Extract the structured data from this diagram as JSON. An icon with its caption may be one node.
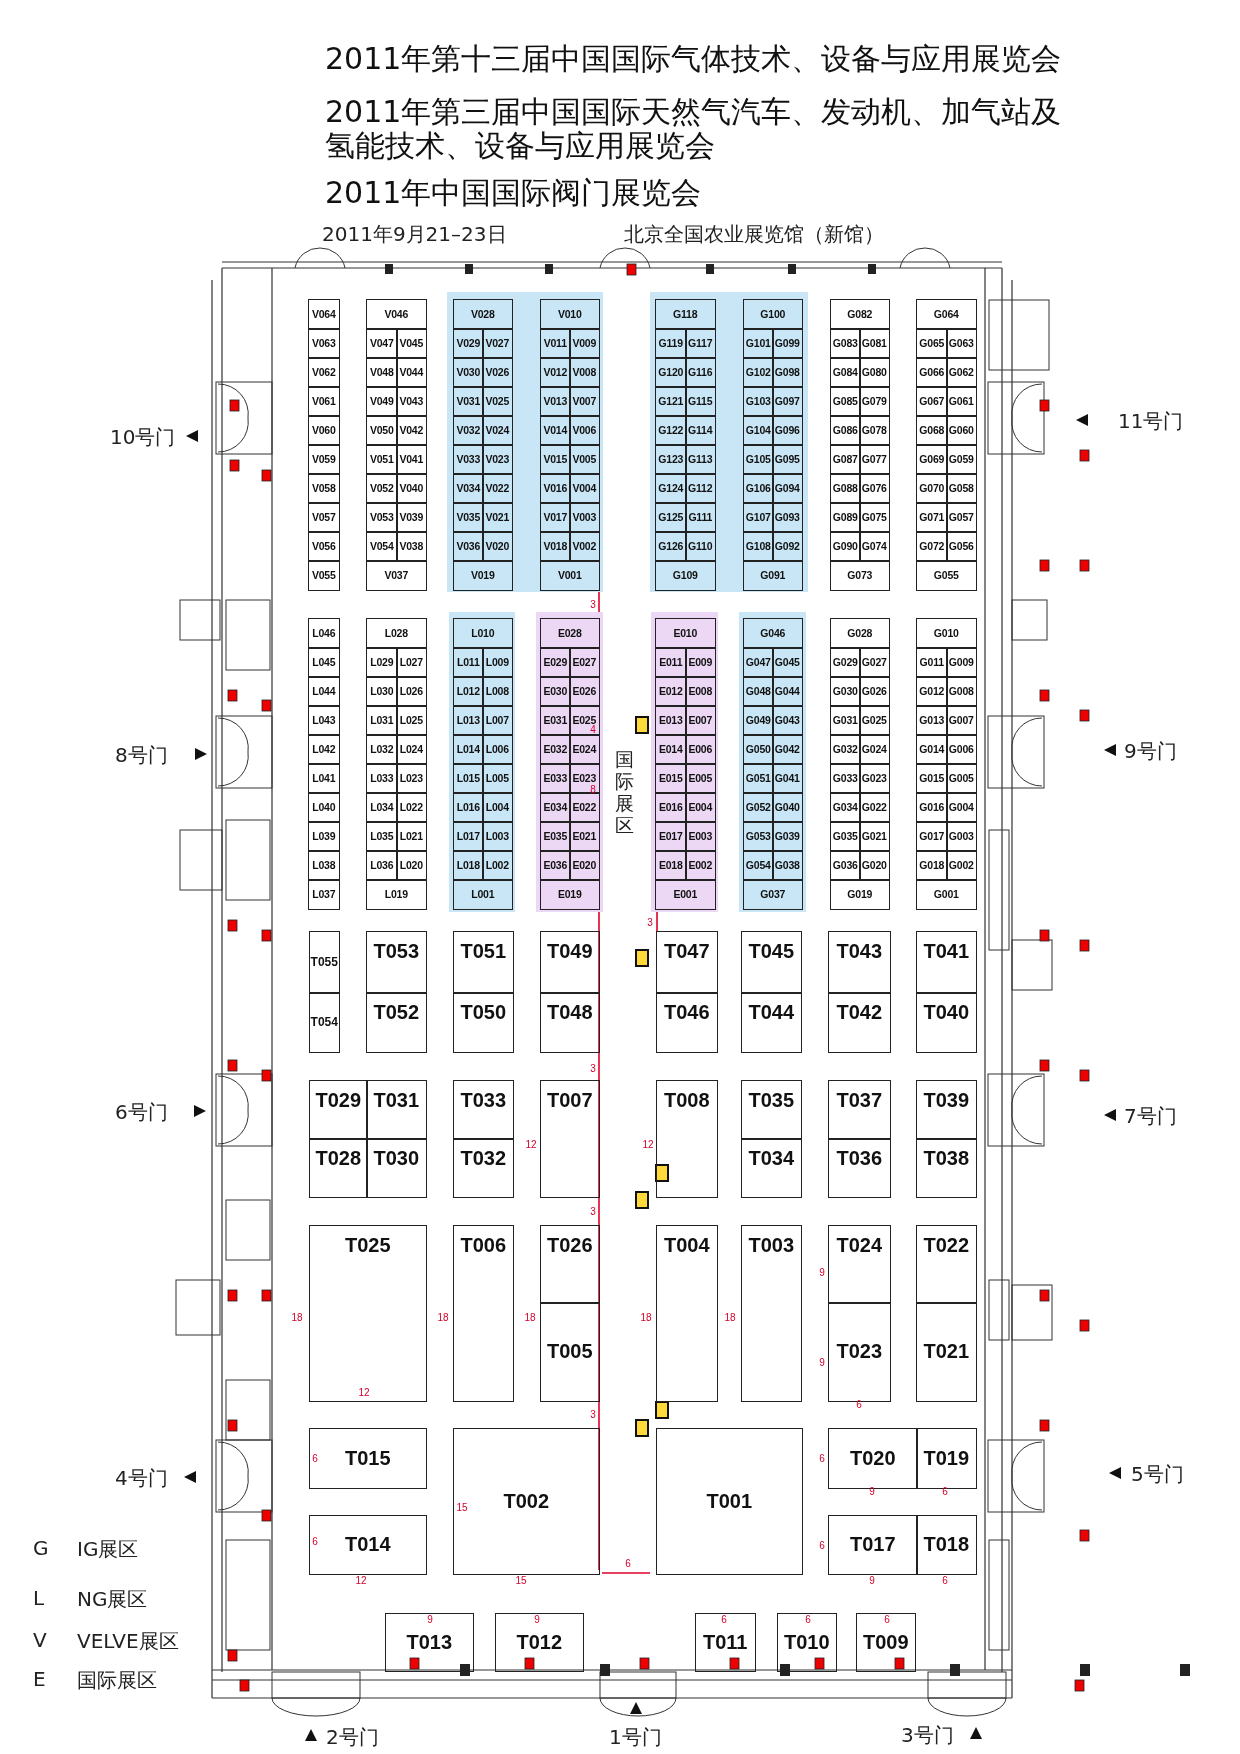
{
  "diagram": {
    "title": "2011年第十三届中国国际气体技术、设备与应用展览会",
    "nodes": [
      {
        "text": [
          "V064"
        ]
      },
      {
        "text": [
          "V063"
        ]
      },
      {
        "text": [
          "V062"
        ]
      },
      {
        "text": [
          "V061"
        ]
      },
      {
        "text": [
          "V060"
        ]
      },
      {
        "text": [
          "V059"
        ]
      },
      {
        "text": [
          "V058"
        ]
      },
      {
        "text": [
          "V057"
        ]
      },
      {
        "text": [
          "V056"
        ]
      },
      {
        "text": [
          "V055"
        ]
      },
      {
        "text": [
          "V046"
        ]
      },
      {
        "text": [
          "V047"
        ]
      },
      {
        "text": [
          "V045"
        ]
      },
      {
        "text": [
          "V048"
        ]
      },
      {
        "text": [
          "V044"
        ]
      },
      {
        "text": [
          "V049"
        ]
      },
      {
        "text": [
          "V043"
        ]
      },
      {
        "text": [
          "V050"
        ]
      },
      {
        "text": [
          "V042"
        ]
      },
      {
        "text": [
          "V051"
        ]
      },
      {
        "text": [
          "V041"
        ]
      },
      {
        "text": [
          "V052"
        ]
      },
      {
        "text": [
          "V040"
        ]
      },
      {
        "text": [
          "V053"
        ]
      },
      {
        "text": [
          "V039"
        ]
      },
      {
        "text": [
          "V054"
        ]
      },
      {
        "text": [
          "V038"
        ]
      },
      {
        "text": [
          "V037"
        ]
      },
      {
        "text": [
          "V028"
        ]
      },
      {
        "text": [
          "V029"
        ]
      },
      {
        "text": [
          "V027"
        ]
      },
      {
        "text": [
          "V030"
        ]
      },
      {
        "text": [
          "V026"
        ]
      },
      {
        "text": [
          "V031"
        ]
      },
      {
        "text": [
          "V025"
        ]
      },
      {
        "text": [
          "V032"
        ]
      },
      {
        "text": [
          "V024"
        ]
      },
      {
        "text": [
          "V033"
        ]
      },
      {
        "text": [
          "V023"
        ]
      },
      {
        "text": [
          "V034"
        ]
      },
      {
        "text": [
          "V022"
        ]
      },
      {
        "text": [
          "V035"
        ]
      },
      {
        "text": [
          "V021"
        ]
      },
      {
        "text": [
          "V036"
        ]
      },
      {
        "text": [
          "V020"
        ]
      },
      {
        "text": [
          "V019"
        ]
      },
      {
        "text": [
          "V010"
        ]
      },
      {
        "text": [
          "V011"
        ]
      },
      {
        "text": [
          "V009"
        ]
      },
      {
        "text": [
          "V012"
        ]
      },
      {
        "text": [
          "V008"
        ]
      },
      {
        "text": [
          "V013"
        ]
      },
      {
        "text": [
          "V007"
        ]
      },
      {
        "text": [
          "V014"
        ]
      },
      {
        "text": [
          "V006"
        ]
      },
      {
        "text": [
          "V015"
        ]
      },
      {
        "text": [
          "V005"
        ]
      },
      {
        "text": [
          "V016"
        ]
      },
      {
        "text": [
          "V004"
        ]
      },
      {
        "text": [
          "V017"
        ]
      },
      {
        "text": [
          "V003"
        ]
      },
      {
        "text": [
          "V018"
        ]
      },
      {
        "text": [
          "V002"
        ]
      },
      {
        "text": [
          "V001"
        ]
      },
      {
        "text": [
          "G118"
        ]
      },
      {
        "text": [
          "G119"
        ]
      },
      {
        "text": [
          "G117"
        ]
      },
      {
        "text": [
          "G120"
        ]
      },
      {
        "text": [
          "G116"
        ]
      },
      {
        "text": [
          "G121"
        ]
      },
      {
        "text": [
          "G115"
        ]
      },
      {
        "text": [
          "G122"
        ]
      },
      {
        "text": [
          "G114"
        ]
      },
      {
        "text": [
          "G123"
        ]
      },
      {
        "text": [
          "G113"
        ]
      },
      {
        "text": [
          "G124"
        ]
      },
      {
        "text": [
          "G112"
        ]
      },
      {
        "text": [
          "G125"
        ]
      },
      {
        "text": [
          "G111"
        ]
      },
      {
        "text": [
          "G126"
        ]
      },
      {
        "text": [
          "G110"
        ]
      },
      {
        "text": [
          "G109"
        ]
      },
      {
        "text": [
          "G100"
        ]
      },
      {
        "text": [
          "G101"
        ]
      },
      {
        "text": [
          "G099"
        ]
      },
      {
        "text": [
          "G102"
        ]
      },
      {
        "text": [
          "G098"
        ]
      },
      {
        "text": [
          "G103"
        ]
      },
      {
        "text": [
          "G097"
        ]
      },
      {
        "text": [
          "G104"
        ]
      },
      {
        "text": [
          "G096"
        ]
      },
      {
        "text": [
          "G105"
        ]
      },
      {
        "text": [
          "G095"
        ]
      },
      {
        "text": [
          "G106"
        ]
      },
      {
        "text": [
          "G094"
        ]
      },
      {
        "text": [
          "G107"
        ]
      },
      {
        "text": [
          "G093"
        ]
      },
      {
        "text": [
          "G108"
        ]
      },
      {
        "text": [
          "G092"
        ]
      },
      {
        "text": [
          "G091"
        ]
      },
      {
        "text": [
          "G082"
        ]
      },
      {
        "text": [
          "G083"
        ]
      },
      {
        "text": [
          "G081"
        ]
      },
      {
        "text": [
          "G084"
        ]
      },
      {
        "text": [
          "G080"
        ]
      },
      {
        "text": [
          "G085"
        ]
      },
      {
        "text": [
          "G079"
        ]
      },
      {
        "text": [
          "G086"
        ]
      },
      {
        "text": [
          "G078"
        ]
      },
      {
        "text": [
          "G087"
        ]
      },
      {
        "text": [
          "G077"
        ]
      },
      {
        "text": [
          "G088"
        ]
      },
      {
        "text": [
          "G076"
        ]
      },
      {
        "text": [
          "G089"
        ]
      },
      {
        "text": [
          "G075"
        ]
      },
      {
        "text": [
          "G090"
        ]
      },
      {
        "text": [
          "G074"
        ]
      },
      {
        "text": [
          "G073"
        ]
      },
      {
        "text": [
          "G064"
        ]
      },
      {
        "text": [
          "G065"
        ]
      },
      {
        "text": [
          "G063"
        ]
      },
      {
        "text": [
          "G066"
        ]
      },
      {
        "text": [
          "G062"
        ]
      },
      {
        "text": [
          "G067"
        ]
      },
      {
        "text": [
          "G061"
        ]
      },
      {
        "text": [
          "G068"
        ]
      },
      {
        "text": [
          "G060"
        ]
      },
      {
        "text": [
          "G069"
        ]
      },
      {
        "text": [
          "G059"
        ]
      },
      {
        "text": [
          "G070"
        ]
      },
      {
        "text": [
          "G058"
        ]
      },
      {
        "text": [
          "G071"
        ]
      },
      {
        "text": [
          "G057"
        ]
      },
      {
        "text": [
          "G072"
        ]
      },
      {
        "text": [
          "G056"
        ]
      },
      {
        "text": [
          "G055"
        ]
      },
      {
        "text": [
          "L046"
        ]
      },
      {
        "text": [
          "L045"
        ]
      },
      {
        "text": [
          "L044"
        ]
      },
      {
        "text": [
          "L043"
        ]
      },
      {
        "text": [
          "L042"
        ]
      },
      {
        "text": [
          "L041"
        ]
      },
      {
        "text": [
          "L040"
        ]
      },
      {
        "text": [
          "L039"
        ]
      },
      {
        "text": [
          "L038"
        ]
      },
      {
        "text": [
          "L037"
        ]
      },
      {
        "text": [
          "L028"
        ]
      },
      {
        "text": [
          "L029"
        ]
      },
      {
        "text": [
          "L027"
        ]
      },
      {
        "text": [
          "L030"
        ]
      },
      {
        "text": [
          "L026"
        ]
      },
      {
        "text": [
          "L031"
        ]
      },
      {
        "text": [
          "L025"
        ]
      },
      {
        "text": [
          "L032"
        ]
      },
      {
        "text": [
          "L024"
        ]
      },
      {
        "text": [
          "L033"
        ]
      },
      {
        "text": [
          "L023"
        ]
      },
      {
        "text": [
          "L034"
        ]
      },
      {
        "text": [
          "L022"
        ]
      },
      {
        "text": [
          "L035"
        ]
      },
      {
        "text": [
          "L021"
        ]
      },
      {
        "text": [
          "L036"
        ]
      },
      {
        "text": [
          "L020"
        ]
      },
      {
        "text": [
          "L019"
        ]
      },
      {
        "text": [
          "L010"
        ]
      },
      {
        "text": [
          "L011"
        ]
      },
      {
        "text": [
          "L009"
        ]
      },
      {
        "text": [
          "L012"
        ]
      },
      {
        "text": [
          "L008"
        ]
      },
      {
        "text": [
          "L013"
        ]
      },
      {
        "text": [
          "L007"
        ]
      },
      {
        "text": [
          "L014"
        ]
      },
      {
        "text": [
          "L006"
        ]
      },
      {
        "text": [
          "L015"
        ]
      },
      {
        "text": [
          "L005"
        ]
      },
      {
        "text": [
          "L016"
        ]
      },
      {
        "text": [
          "L004"
        ]
      },
      {
        "text": [
          "L017"
        ]
      },
      {
        "text": [
          "L003"
        ]
      },
      {
        "text": [
          "L018"
        ]
      },
      {
        "text": [
          "L002"
        ]
      },
      {
        "text": [
          "L001"
        ]
      },
      {
        "text": [
          "E028"
        ]
      },
      {
        "text": [
          "E029"
        ]
      },
      {
        "text": [
          "E027"
        ]
      },
      {
        "text": [
          "E030"
        ]
      },
      {
        "text": [
          "E026"
        ]
      },
      {
        "text": [
          "E031"
        ]
      },
      {
        "text": [
          "E025"
        ]
      },
      {
        "text": [
          "E032"
        ]
      },
      {
        "text": [
          "E024"
        ]
      },
      {
        "text": [
          "E033"
        ]
      },
      {
        "text": [
          "E023"
        ]
      },
      {
        "text": [
          "E034"
        ]
      },
      {
        "text": [
          "E022"
        ]
      },
      {
        "text": [
          "E035"
        ]
      },
      {
        "text": [
          "E021"
        ]
      },
      {
        "text": [
          "E036"
        ]
      },
      {
        "text": [
          "E020"
        ]
      },
      {
        "text": [
          "E019"
        ]
      },
      {
        "text": [
          "E010"
        ]
      },
      {
        "text": [
          "E011"
        ]
      },
      {
        "text": [
          "E009"
        ]
      },
      {
        "text": [
          "E012"
        ]
      },
      {
        "text": [
          "E008"
        ]
      },
      {
        "text": [
          "E013"
        ]
      },
      {
        "text": [
          "E007"
        ]
      },
      {
        "text": [
          "E014"
        ]
      },
      {
        "text": [
          "E006"
        ]
      },
      {
        "text": [
          "E015"
        ]
      },
      {
        "text": [
          "E005"
        ]
      },
      {
        "text": [
          "E016"
        ]
      },
      {
        "text": [
          "E004"
        ]
      },
      {
        "text": [
          "E017"
        ]
      },
      {
        "text": [
          "E003"
        ]
      },
      {
        "text": [
          "E018"
        ]
      },
      {
        "text": [
          "E002"
        ]
      },
      {
        "text": [
          "E001"
        ]
      },
      {
        "text": [
          "G046"
        ]
      },
      {
        "text": [
          "G047"
        ]
      },
      {
        "text": [
          "G045"
        ]
      },
      {
        "text": [
          "G048"
        ]
      },
      {
        "text": [
          "G044"
        ]
      },
      {
        "text": [
          "G049"
        ]
      },
      {
        "text": [
          "G043"
        ]
      },
      {
        "text": [
          "G050"
        ]
      },
      {
        "text": [
          "G042"
        ]
      },
      {
        "text": [
          "G051"
        ]
      },
      {
        "text": [
          "G041"
        ]
      },
      {
        "text": [
          "G052"
        ]
      },
      {
        "text": [
          "G040"
        ]
      },
      {
        "text": [
          "G053"
        ]
      },
      {
        "text": [
          "G039"
        ]
      },
      {
        "text": [
          "G054"
        ]
      },
      {
        "text": [
          "G038"
        ]
      },
      {
        "text": [
          "G037"
        ]
      },
      {
        "text": [
          "G028"
        ]
      },
      {
        "text": [
          "G029"
        ]
      },
      {
        "text": [
          "G027"
        ]
      },
      {
        "text": [
          "G030"
        ]
      },
      {
        "text": [
          "G026"
        ]
      },
      {
        "text": [
          "G031"
        ]
      },
      {
        "text": [
          "G025"
        ]
      },
      {
        "text": [
          "G032"
        ]
      },
      {
        "text": [
          "G024"
        ]
      },
      {
        "text": [
          "G033"
        ]
      },
      {
        "text": [
          "G023"
        ]
      },
      {
        "text": [
          "G034"
        ]
      },
      {
        "text": [
          "G022"
        ]
      },
      {
        "text": [
          "G035"
        ]
      },
      {
        "text": [
          "G021"
        ]
      },
      {
        "text": [
          "G036"
        ]
      },
      {
        "text": [
          "G020"
        ]
      },
      {
        "text": [
          "G019"
        ]
      },
      {
        "text": [
          "G010"
        ]
      },
      {
        "text": [
          "G011"
        ]
      },
      {
        "text": [
          "G009"
        ]
      },
      {
        "text": [
          "G012"
        ]
      },
      {
        "text": [
          "G008"
        ]
      },
      {
        "text": [
          "G013"
        ]
      },
      {
        "text": [
          "G007"
        ]
      },
      {
        "text": [
          "G014"
        ]
      },
      {
        "text": [
          "G006"
        ]
      },
      {
        "text": [
          "G015"
        ]
      },
      {
        "text": [
          "G005"
        ]
      },
      {
        "text": [
          "G016"
        ]
      },
      {
        "text": [
          "G004"
        ]
      },
      {
        "text": [
          "G017"
        ]
      },
      {
        "text": [
          "G003"
        ]
      },
      {
        "text": [
          "G018"
        ]
      },
      {
        "text": [
          "G002"
        ]
      },
      {
        "text": [
          "G001"
        ]
      },
      {
        "text": [
          "T055"
        ]
      },
      {
        "text": [
          "T053"
        ]
      },
      {
        "text": [
          "T051"
        ]
      },
      {
        "text": [
          "T049"
        ]
      },
      {
        "text": [
          "T047"
        ]
      },
      {
        "text": [
          "T045"
        ]
      },
      {
        "text": [
          "T043"
        ]
      },
      {
        "text": [
          "T041"
        ]
      },
      {
        "text": [
          "T054"
        ]
      },
      {
        "text": [
          "T052"
        ]
      },
      {
        "text": [
          "T050"
        ]
      },
      {
        "text": [
          "T048"
        ]
      },
      {
        "text": [
          "T046"
        ]
      },
      {
        "text": [
          "T044"
        ]
      },
      {
        "text": [
          "T042"
        ]
      },
      {
        "text": [
          "T040"
        ]
      },
      {
        "text": [
          "T029"
        ]
      },
      {
        "text": [
          "T031"
        ]
      },
      {
        "text": [
          "T033"
        ]
      },
      {
        "text": [
          "T007"
        ]
      },
      {
        "text": [
          "T008"
        ]
      },
      {
        "text": [
          "T035"
        ]
      },
      {
        "text": [
          "T037"
        ]
      },
      {
        "text": [
          "T039"
        ]
      },
      {
        "text": [
          "T028"
        ]
      },
      {
        "text": [
          "T030"
        ]
      },
      {
        "text": [
          "T032"
        ]
      },
      {
        "text": [
          "T034"
        ]
      },
      {
        "text": [
          "T036"
        ]
      },
      {
        "text": [
          "T038"
        ]
      },
      {
        "text": [
          "T025"
        ]
      },
      {
        "text": [
          "T006"
        ]
      },
      {
        "text": [
          "T026"
        ]
      },
      {
        "text": [
          "T004"
        ]
      },
      {
        "text": [
          "T003"
        ]
      },
      {
        "text": [
          "T024"
        ]
      },
      {
        "text": [
          "T022"
        ]
      },
      {
        "text": [
          "T005"
        ]
      },
      {
        "text": [
          "T023"
        ]
      },
      {
        "text": [
          "T021"
        ]
      },
      {
        "text": [
          "T015"
        ]
      },
      {
        "text": [
          "T002"
        ]
      },
      {
        "text": [
          "T001"
        ]
      },
      {
        "text": [
          "T020"
        ]
      },
      {
        "text": [
          "T019"
        ]
      },
      {
        "text": [
          "T014"
        ]
      },
      {
        "text": [
          "T017"
        ]
      },
      {
        "text": [
          "T018"
        ]
      },
      {
        "text": [
          "T013"
        ]
      },
      {
        "text": [
          "T012"
        ]
      },
      {
        "text": [
          "T011"
        ]
      },
      {
        "text": [
          "T010"
        ]
      },
      {
        "text": [
          "T009"
        ]
      }
    ],
    "labels": [
      "2011年第三届中国国际天然气汽车、发动机、加气站及氢能技术、设备与应用展览会",
      "2011年中国国际阀门展览会",
      "2011年9月21–23日",
      "北京全国农业展览馆（新馆）",
      "10号门",
      "11号门",
      "3",
      "4",
      "8号门",
      "9号门",
      "国际展区",
      "8",
      "3",
      "3",
      "6号门",
      "7号门",
      "12",
      "12",
      "3",
      "9",
      "18",
      "18",
      "18",
      "18",
      "18",
      "9",
      "12",
      "6",
      "3",
      "6",
      "6",
      "4号门",
      "5号门",
      "9",
      "6",
      "15",
      "6",
      "6",
      "G",
      "IG展区",
      "6",
      "12",
      "15",
      "9",
      "6",
      "L",
      "NG展区",
      "9",
      "9",
      "6",
      "6",
      "6",
      "V",
      "VELVE展区",
      "E",
      "国际展区",
      "2号门",
      "1号门",
      "3号门"
    ]
  }
}
